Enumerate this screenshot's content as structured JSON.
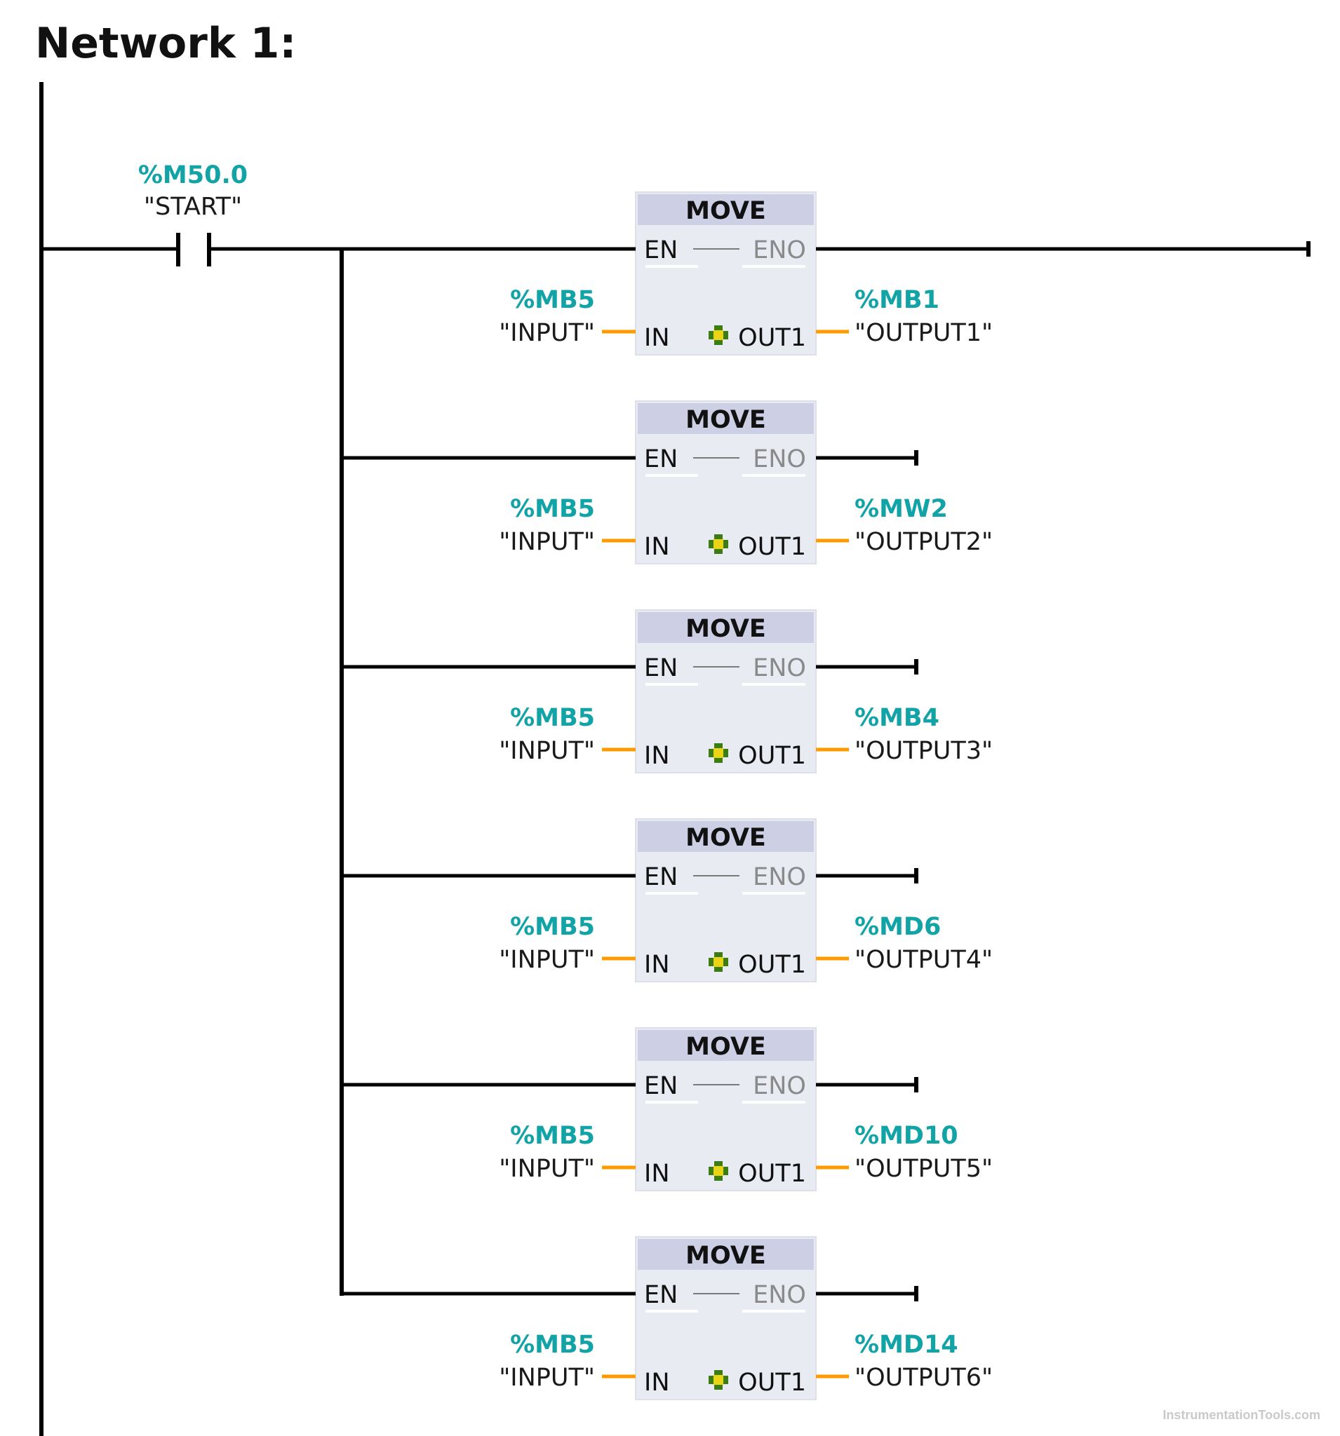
{
  "network": {
    "title": "Network 1:"
  },
  "contact": {
    "address": "%M50.0",
    "tag": "\"START\""
  },
  "blocks": [
    {
      "name": "MOVE",
      "en": "EN",
      "eno": "ENO",
      "in_pin": "IN",
      "out_pin": "OUT1",
      "in_address": "%MB5",
      "in_tag": "\"INPUT\"",
      "out_address": "%MB1",
      "out_tag": "\"OUTPUT1\""
    },
    {
      "name": "MOVE",
      "en": "EN",
      "eno": "ENO",
      "in_pin": "IN",
      "out_pin": "OUT1",
      "in_address": "%MB5",
      "in_tag": "\"INPUT\"",
      "out_address": "%MW2",
      "out_tag": "\"OUTPUT2\""
    },
    {
      "name": "MOVE",
      "en": "EN",
      "eno": "ENO",
      "in_pin": "IN",
      "out_pin": "OUT1",
      "in_address": "%MB5",
      "in_tag": "\"INPUT\"",
      "out_address": "%MB4",
      "out_tag": "\"OUTPUT3\""
    },
    {
      "name": "MOVE",
      "en": "EN",
      "eno": "ENO",
      "in_pin": "IN",
      "out_pin": "OUT1",
      "in_address": "%MB5",
      "in_tag": "\"INPUT\"",
      "out_address": "%MD6",
      "out_tag": "\"OUTPUT4\""
    },
    {
      "name": "MOVE",
      "en": "EN",
      "eno": "ENO",
      "in_pin": "IN",
      "out_pin": "OUT1",
      "in_address": "%MB5",
      "in_tag": "\"INPUT\"",
      "out_address": "%MD10",
      "out_tag": "\"OUTPUT5\""
    },
    {
      "name": "MOVE",
      "en": "EN",
      "eno": "ENO",
      "in_pin": "IN",
      "out_pin": "OUT1",
      "in_address": "%MB5",
      "in_tag": "\"INPUT\"",
      "out_address": "%MD14",
      "out_tag": "\"OUTPUT6\""
    }
  ],
  "watermark": "InstrumentationTools.com",
  "colors": {
    "address": "#12a3a6",
    "wire": "#000000",
    "data_wire": "#ff9a00",
    "block_body": "#e9ebf3",
    "block_header": "#cdd0e4"
  }
}
